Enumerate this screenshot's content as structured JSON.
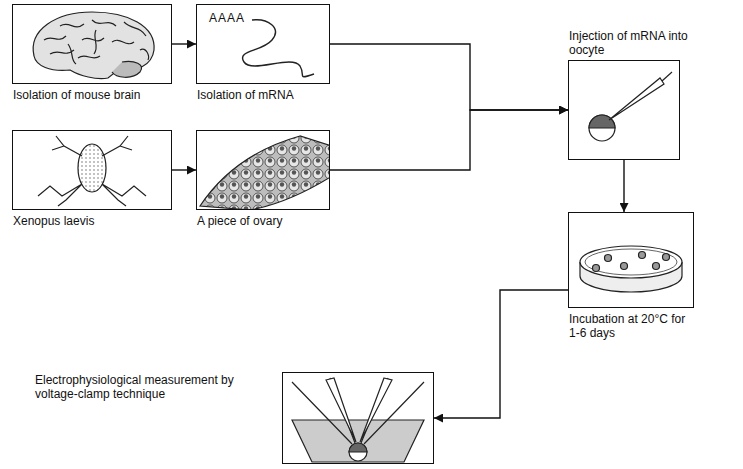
{
  "diagram": {
    "nodes": [
      {
        "text": [
          "Isolation of mouse brain"
        ]
      },
      {
        "text": [
          "AAAA",
          "Isolation of mRNA"
        ]
      },
      {
        "text": [
          "Injection of mRNA into oocyte"
        ]
      },
      {
        "text": [
          "Xenopus laevis"
        ]
      },
      {
        "text": [
          "A piece of ovary"
        ]
      },
      {
        "text": [
          "Incubation at 20°C for 1-6 days"
        ]
      },
      {
        "text": [
          "Electrophysiological measurement by voltage-clamp technique"
        ]
      }
    ],
    "edges": [
      {
        "from": 0,
        "to": 1,
        "arrow": "to"
      },
      {
        "from": 1,
        "to": 2,
        "arrow": "to"
      },
      {
        "from": 3,
        "to": 4,
        "arrow": "to"
      },
      {
        "from": 4,
        "to": 2,
        "arrow": "to"
      },
      {
        "from": 2,
        "to": 5,
        "arrow": "to"
      },
      {
        "from": 5,
        "to": 6,
        "arrow": "to"
      }
    ]
  }
}
